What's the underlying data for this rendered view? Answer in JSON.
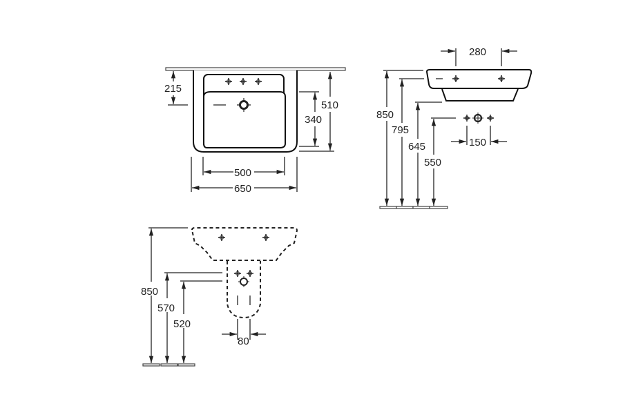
{
  "front_view": {
    "dims": {
      "tap_offset": "215",
      "depth": "510",
      "bowl_depth": "340",
      "bowl_width": "500",
      "width": "650"
    }
  },
  "side_view": {
    "dims": {
      "tap_spacing": "280",
      "rim_height": "850",
      "overflow_height": "795",
      "bottom_height": "645",
      "supply_height": "550",
      "supply_spacing": "150"
    }
  },
  "pedestal_view": {
    "dims": {
      "rim_height": "850",
      "height_a": "570",
      "height_b": "520",
      "pedestal_width": "80"
    }
  }
}
